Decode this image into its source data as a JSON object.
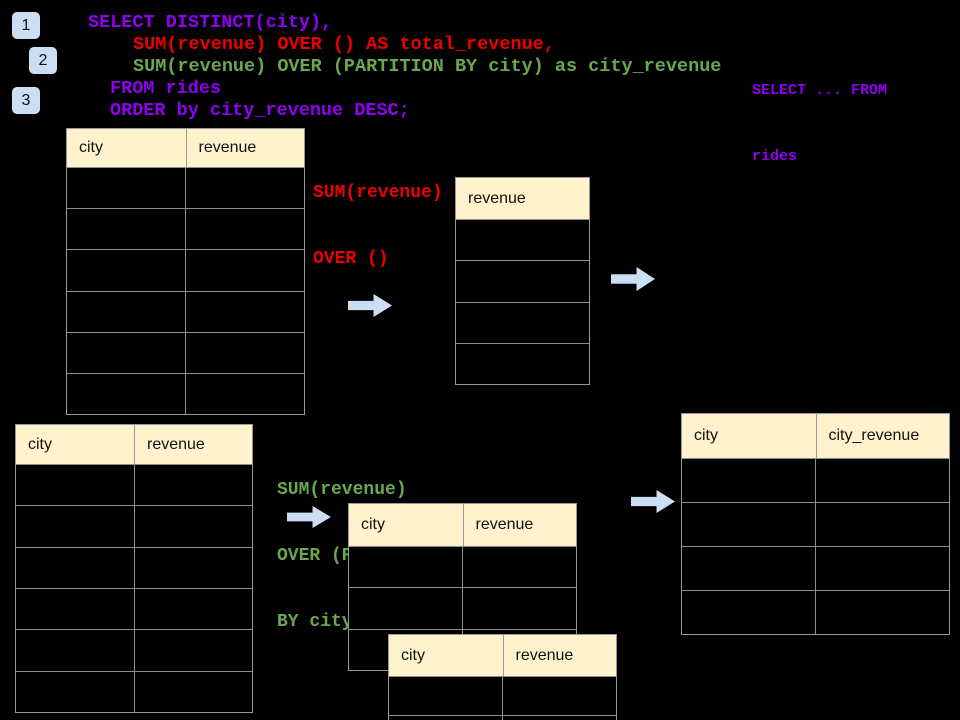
{
  "colors": {
    "background": "#000000",
    "purple": "#9000F0",
    "red": "#EE0000",
    "green": "#6AA84F",
    "header_fill": "#FFF2CC",
    "accent_blue": "#CBDEF2"
  },
  "badges": [
    {
      "label": "1"
    },
    {
      "label": "2"
    },
    {
      "label": "3"
    }
  ],
  "sql": {
    "line1": "SELECT DISTINCT(city),",
    "line2": "SUM(revenue) OVER () AS total_revenue,",
    "line3": "SUM(revenue) OVER (PARTITION BY city) as city_revenue",
    "line4": "FROM rides",
    "line5": "ORDER by city_revenue DESC;"
  },
  "side_code": {
    "line1": "SELECT ... FROM",
    "line2": "rides"
  },
  "annotation_total": {
    "line1": "SUM(revenue)",
    "line2": "OVER ()"
  },
  "annotation_partition": {
    "line1": "SUM(revenue)",
    "line2": "OVER (PARTITION",
    "line3": "BY city)"
  },
  "tables": {
    "source_top": {
      "headers": [
        "city",
        "revenue"
      ],
      "empty_rows": 6
    },
    "total_revenue": {
      "headers": [
        "revenue"
      ],
      "empty_rows": 4
    },
    "source_bottom": {
      "headers": [
        "city",
        "revenue"
      ],
      "empty_rows": 6
    },
    "partition_back": {
      "headers": [
        "city",
        "revenue"
      ],
      "empty_rows": 3
    },
    "partition_front": {
      "headers": [
        "city",
        "revenue"
      ],
      "empty_rows": 2
    },
    "result": {
      "headers": [
        "city",
        "city_revenue"
      ],
      "empty_rows": 4
    }
  }
}
